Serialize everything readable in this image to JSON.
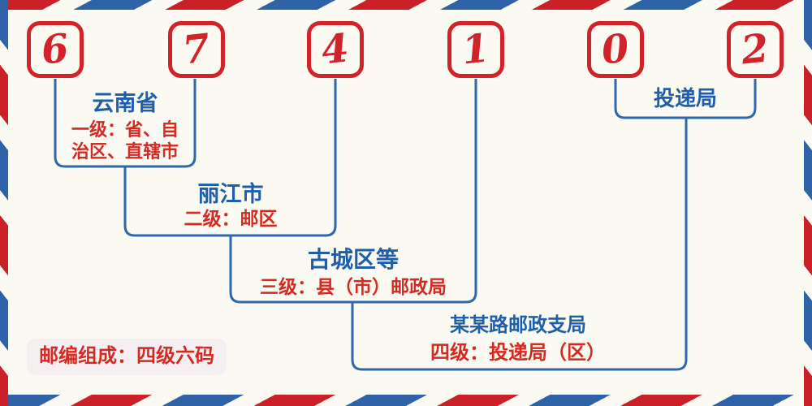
{
  "postal_code": {
    "digits": [
      "6",
      "7",
      "4",
      "1",
      "0",
      "2"
    ]
  },
  "levels": [
    {
      "name": "云南省",
      "desc": "一级：省、自\n治区、直辖市"
    },
    {
      "name": "丽江市",
      "desc": "二级：邮区"
    },
    {
      "name": "古城区等",
      "desc": "三级：县（市）邮政局"
    },
    {
      "name": "某某路邮政支局",
      "desc": "四级：投递局（区）"
    },
    {
      "name": "投递局",
      "desc": ""
    }
  ],
  "footer": {
    "composition_label": "邮编组成：四级六码"
  },
  "colors": {
    "bg": "#faf9f2",
    "line_blue": "#2d68aa",
    "blue_text": "#1f5fa9",
    "red_text": "#d42a22",
    "box_red": "#d2232b",
    "stripe_red": "#c92127",
    "stripe_blue": "#2f63a8",
    "pill_bg": "#f6eff2"
  }
}
